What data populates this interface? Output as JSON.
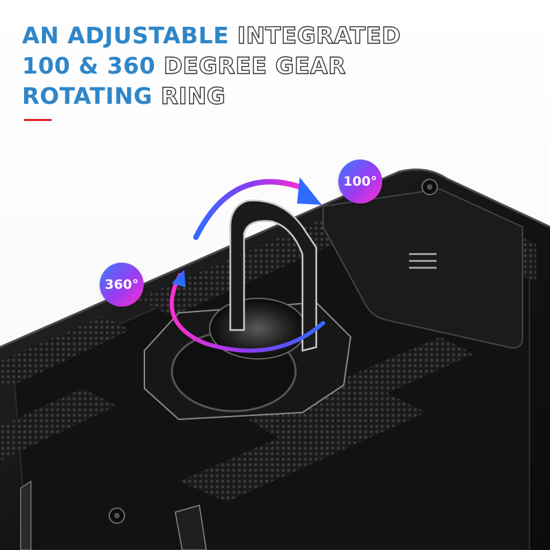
{
  "headline": {
    "line1_blue": "AN ADJUSTABLE ",
    "line1_gray": "INTEGRATED",
    "line2_blue": "100 & 360 ",
    "line2_gray": "DEGREE GEAR",
    "line3_blue": "ROTATING ",
    "line3_gray": "RING"
  },
  "badges": {
    "rotation_100": "100°",
    "rotation_360": "360°"
  },
  "icons": [
    "ring-holder-icon",
    "camera-slider-icon",
    "screw-icon",
    "rotation-arrow-icon"
  ],
  "colors": {
    "headline_blue": "#2f86c8",
    "accent_red": "#e4222b",
    "case_black": "#161616",
    "badge_gradient_start": "#3a7bff",
    "badge_gradient_end": "#ff2fd0"
  }
}
